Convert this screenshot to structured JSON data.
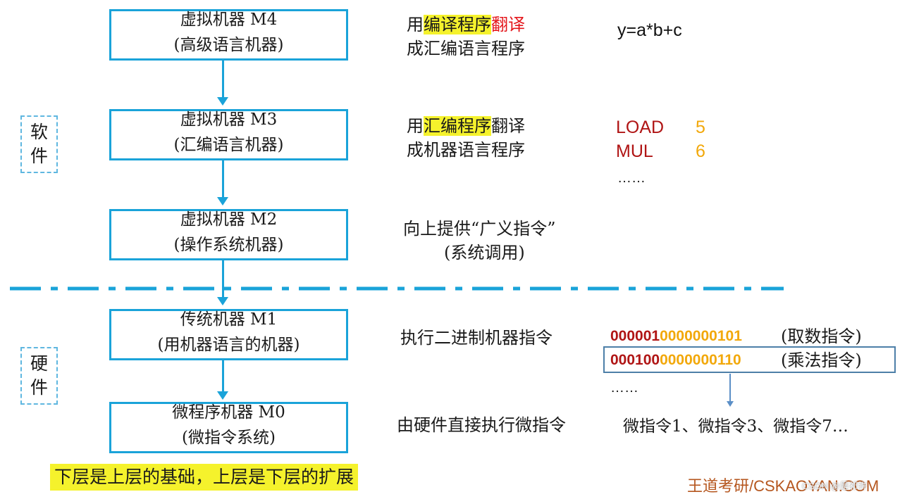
{
  "levels": [
    {
      "name": "虚拟机器 M4",
      "desc": "(高级语言机器)"
    },
    {
      "name": "虚拟机器 M3",
      "desc": "(汇编语言机器)"
    },
    {
      "name": "虚拟机器 M2",
      "desc": "(操作系统机器)"
    },
    {
      "name": "传统机器 M1",
      "desc": "(用机器语言的机器)"
    },
    {
      "name": "微程序机器 M0",
      "desc": "(微指令系统)"
    }
  ],
  "groups": {
    "software": [
      "软",
      "件"
    ],
    "hardware": [
      "硬",
      "件"
    ]
  },
  "notes": {
    "m4": {
      "pre": "用",
      "hl": "编译程序",
      "red": "翻译",
      "line2": "成汇编语言程序"
    },
    "m3": {
      "pre": "用",
      "hl": "汇编程序",
      "post": "翻译",
      "line2": "成机器语言程序"
    },
    "m2": {
      "line1": "向上提供“广义指令”",
      "line2": "(系统调用)"
    },
    "m1": "执行二进制机器指令",
    "m0": "由硬件直接执行微指令"
  },
  "examples": {
    "expr": "y=a*b+c",
    "asm": [
      {
        "op": "LOAD",
        "arg": "5"
      },
      {
        "op": "MUL",
        "arg": "6"
      }
    ],
    "asm_more": "……",
    "bin": [
      {
        "opcode": "000001",
        "addr": "0000000101",
        "label": "(取数指令)"
      },
      {
        "opcode": "000100",
        "addr": "0000000110",
        "label": "(乘法指令)"
      }
    ],
    "bin_more": "……",
    "micro": "微指令1、微指令3、微指令7…"
  },
  "footer": {
    "summary": "下层是上层的基础，上层是下层的扩展",
    "brand": "王道考研/CSKAOYAN.COM",
    "watermark": "CSDN @是祁许"
  },
  "colors": {
    "box_border": "#1aa3d9",
    "highlight": "#f5f22c",
    "red": "#e4161b",
    "opcode": "#b01515",
    "address": "#f2a80a"
  }
}
